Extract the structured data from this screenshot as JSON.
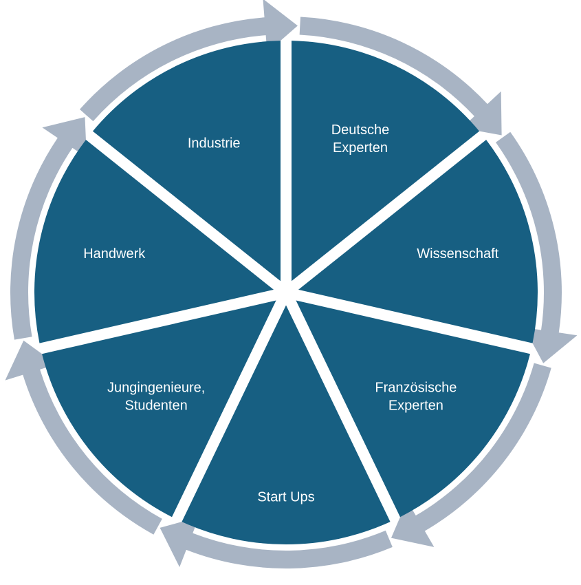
{
  "diagram": {
    "segments": [
      {
        "id": "deutsche-experten",
        "lines": [
          "Deutsche",
          "Experten"
        ]
      },
      {
        "id": "wissenschaft",
        "lines": [
          "Wissenschaft"
        ]
      },
      {
        "id": "franzoesische-experten",
        "lines": [
          "Französische",
          "Experten"
        ]
      },
      {
        "id": "start-ups",
        "lines": [
          "Start Ups"
        ]
      },
      {
        "id": "jungingenieure-studenten",
        "lines": [
          "Jungingenieure,",
          "Studenten"
        ]
      },
      {
        "id": "handwerk",
        "lines": [
          "Handwerk"
        ]
      },
      {
        "id": "industrie",
        "lines": [
          "Industrie"
        ]
      }
    ],
    "colors": {
      "segment_fill": "#175f82",
      "arrow_fill": "#a8b4c4",
      "label_color": "#ffffff",
      "background": "#ffffff"
    }
  }
}
